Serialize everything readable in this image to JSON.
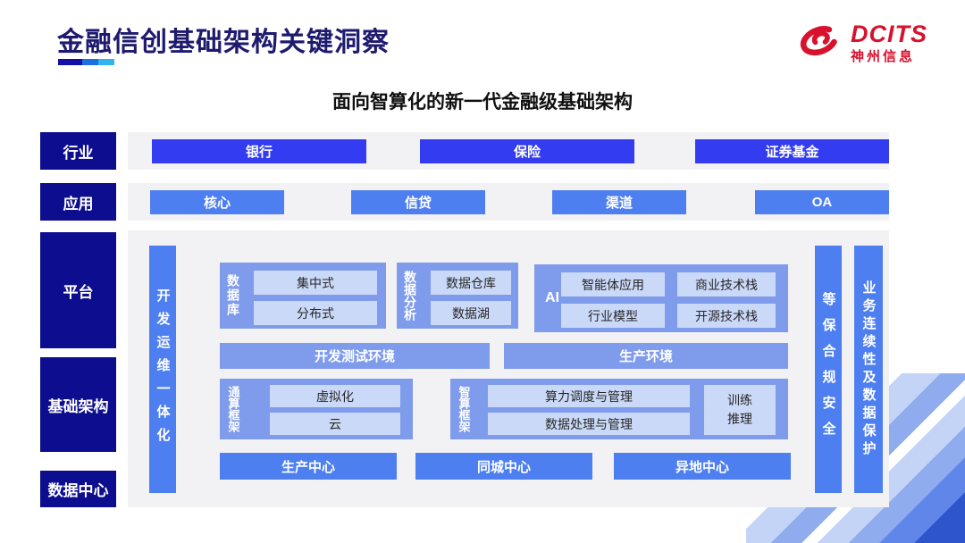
{
  "header": {
    "title": "金融信创基础架构关键洞察",
    "subtitle": "面向智算化的新一代金融级基础架构",
    "logo": {
      "brand": "DCITS",
      "company": "神州信息"
    }
  },
  "layers": {
    "industry": {
      "label": "行业",
      "items": [
        "银行",
        "保险",
        "证券基金"
      ]
    },
    "application": {
      "label": "应用",
      "items": [
        "核心",
        "信贷",
        "渠道",
        "OA"
      ]
    },
    "platform": {
      "label": "平台"
    },
    "infrastructure": {
      "label": "基础架构"
    },
    "datacenter": {
      "label": "数据中心"
    }
  },
  "main": {
    "devops_bar": "开发运维一体化",
    "database_group": {
      "label": "数据库",
      "items": [
        "集中式",
        "分布式"
      ]
    },
    "analytics_group": {
      "label": "数据分析",
      "items": [
        "数据仓库",
        "数据湖"
      ]
    },
    "ai_group": {
      "label": "AI",
      "items": [
        "智能体应用",
        "商业技术栈",
        "行业模型",
        "开源技术栈"
      ]
    },
    "env_bars": [
      "开发测试环境",
      "生产环境"
    ],
    "general_compute_group": {
      "label": "通算框架",
      "items": [
        "虚拟化",
        "云"
      ]
    },
    "ai_compute_group": {
      "label": "智算框架",
      "items": [
        "算力调度与管理",
        "数据处理与管理"
      ],
      "side_item": "训练推理"
    },
    "centers": [
      "生产中心",
      "同城中心",
      "异地中心"
    ],
    "security_bar": "等保合规安全",
    "continuity_bar": "业务连续性及数据保护"
  },
  "colors": {
    "navy": "#0D0D8F",
    "vivid": "#333CF0",
    "mid": "#4E7FF0",
    "peri": "#7F9BEC",
    "light": "#CBD9F8",
    "gray": "#F2F2F4",
    "title": "#1E1A6E",
    "red": "#D8112D",
    "uline1": "#140FA5",
    "uline2": "#1B6FE0",
    "uline3": "#30B6EC"
  }
}
